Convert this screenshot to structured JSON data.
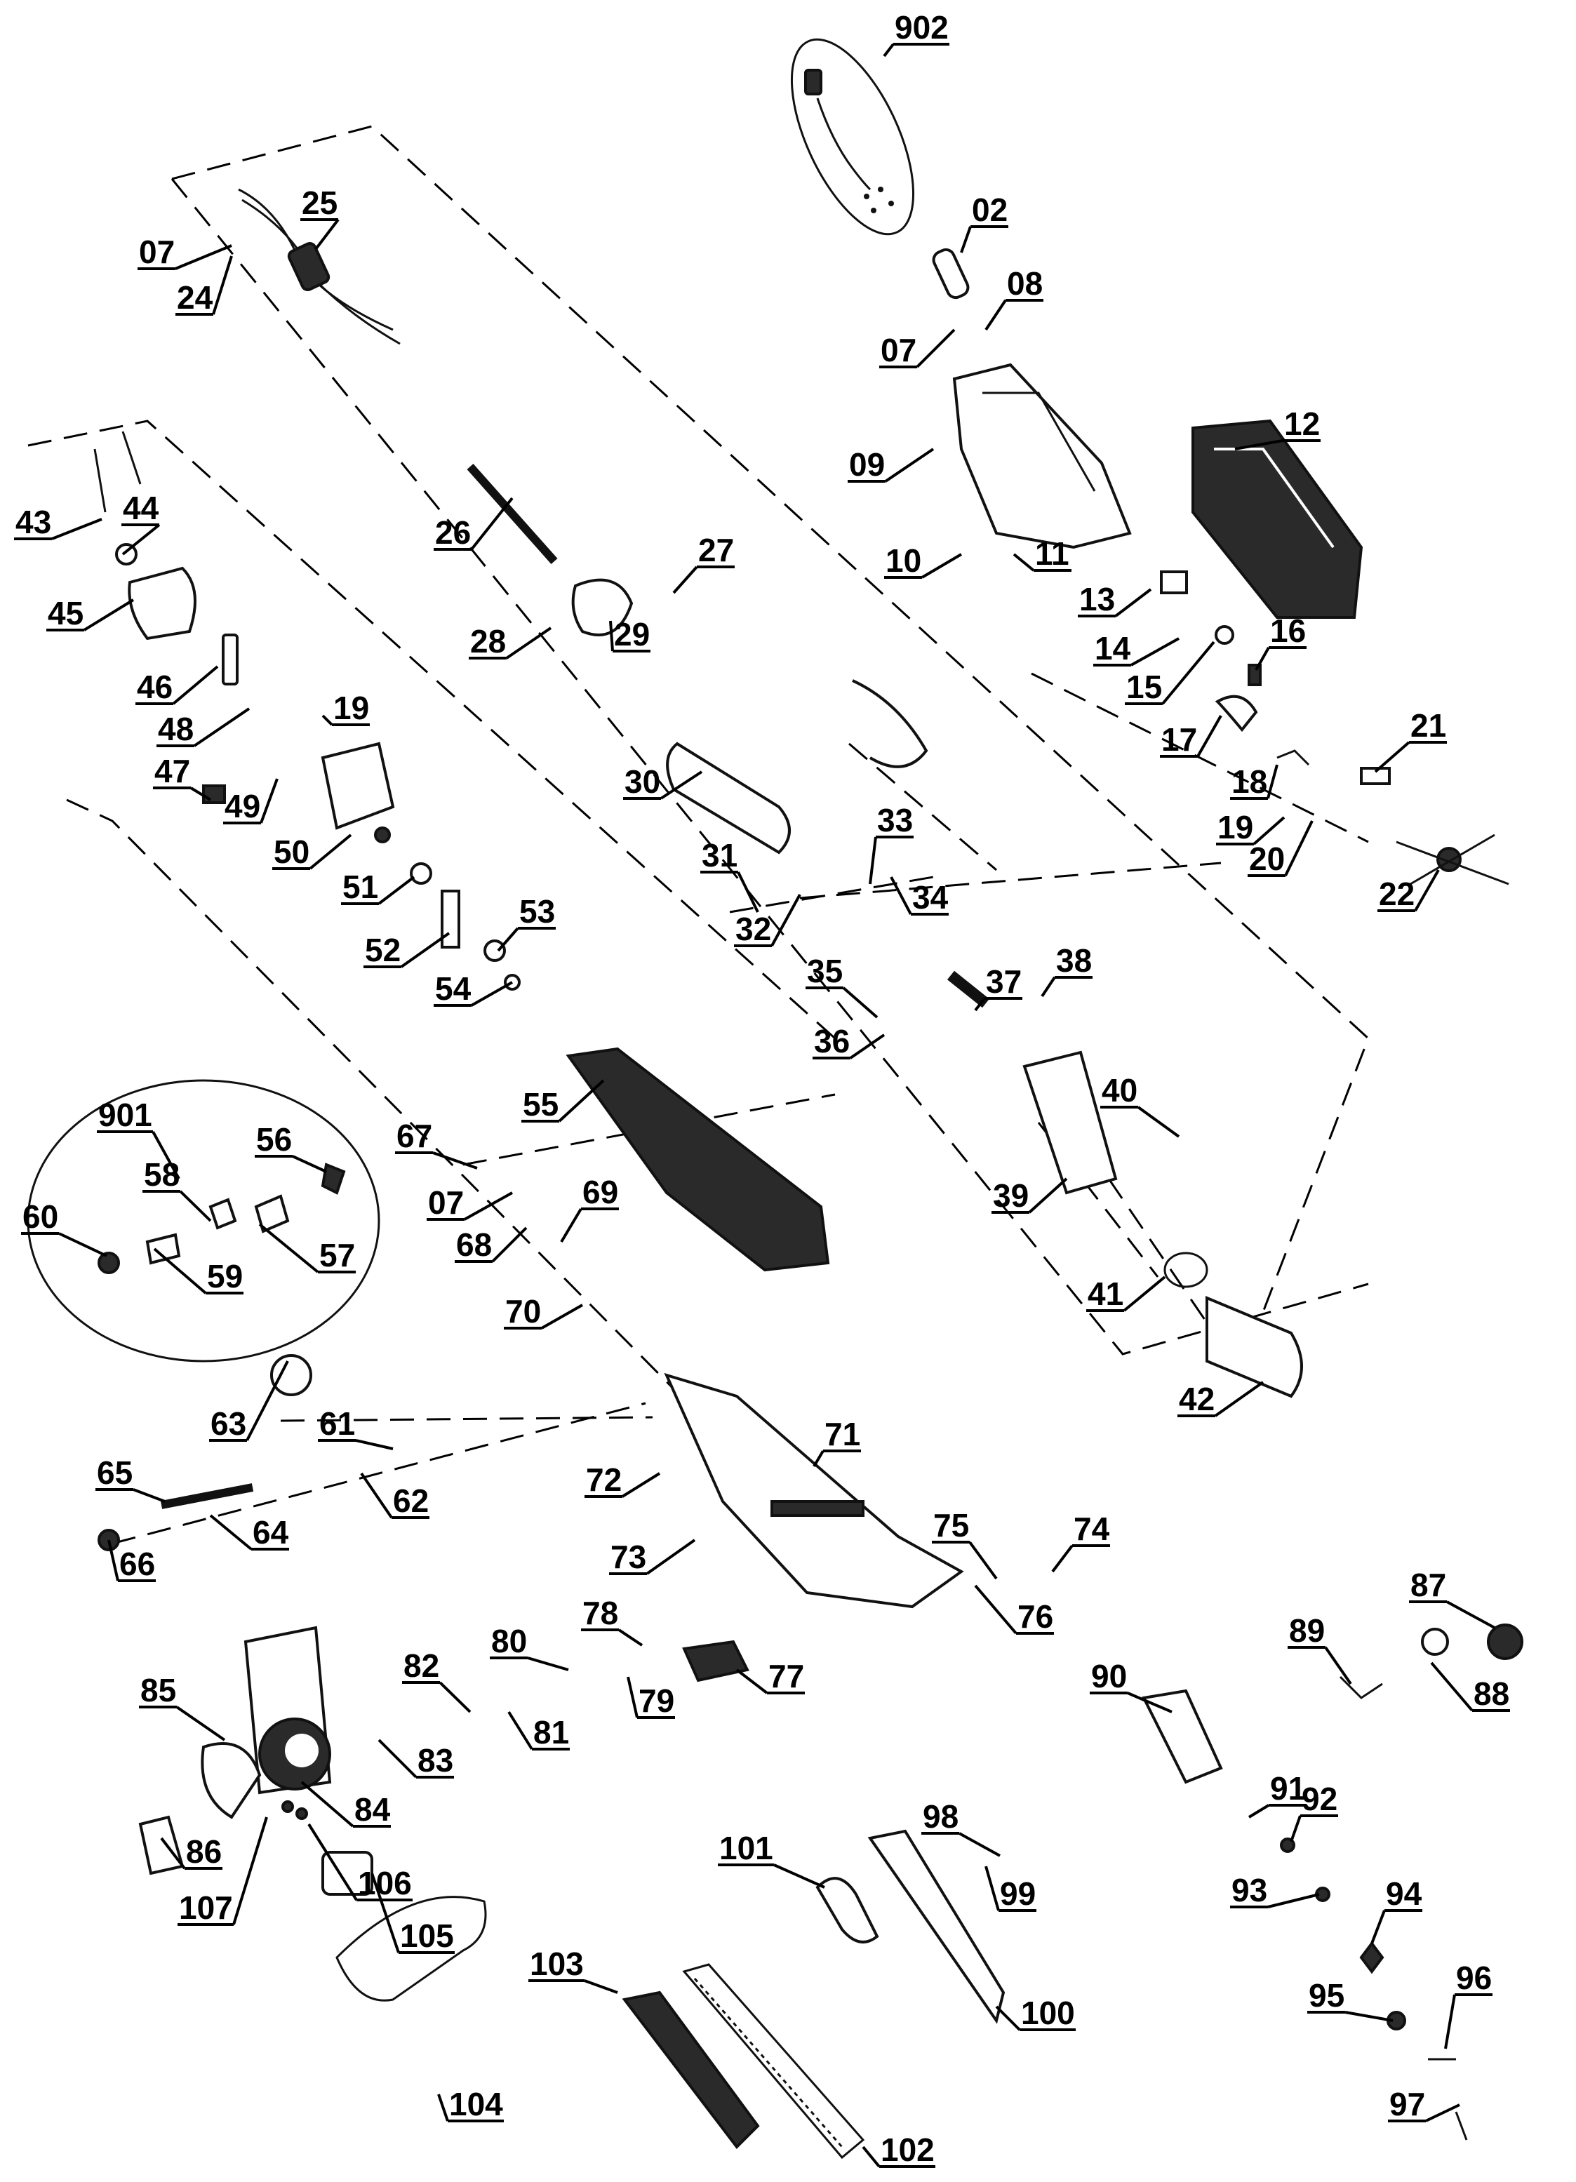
{
  "callouts": [
    {
      "id": "c-902",
      "text": "902"
    },
    {
      "id": "c-02",
      "text": "02"
    },
    {
      "id": "c-08",
      "text": "08"
    },
    {
      "id": "c-07a",
      "text": "07"
    },
    {
      "id": "c-07b",
      "text": "07"
    },
    {
      "id": "c-07c",
      "text": "07"
    },
    {
      "id": "c-25",
      "text": "25"
    },
    {
      "id": "c-24",
      "text": "24"
    },
    {
      "id": "c-12",
      "text": "12"
    },
    {
      "id": "c-09",
      "text": "09"
    },
    {
      "id": "c-10",
      "text": "10"
    },
    {
      "id": "c-11",
      "text": "11"
    },
    {
      "id": "c-13",
      "text": "13"
    },
    {
      "id": "c-14",
      "text": "14"
    },
    {
      "id": "c-15",
      "text": "15"
    },
    {
      "id": "c-16",
      "text": "16"
    },
    {
      "id": "c-17",
      "text": "17"
    },
    {
      "id": "c-18",
      "text": "18"
    },
    {
      "id": "c-19a",
      "text": "19"
    },
    {
      "id": "c-19b",
      "text": "19"
    },
    {
      "id": "c-20",
      "text": "20"
    },
    {
      "id": "c-21",
      "text": "21"
    },
    {
      "id": "c-22",
      "text": "22"
    },
    {
      "id": "c-26",
      "text": "26"
    },
    {
      "id": "c-27",
      "text": "27"
    },
    {
      "id": "c-28",
      "text": "28"
    },
    {
      "id": "c-29",
      "text": "29"
    },
    {
      "id": "c-30",
      "text": "30"
    },
    {
      "id": "c-31",
      "text": "31"
    },
    {
      "id": "c-32",
      "text": "32"
    },
    {
      "id": "c-33",
      "text": "33"
    },
    {
      "id": "c-34",
      "text": "34"
    },
    {
      "id": "c-35",
      "text": "35"
    },
    {
      "id": "c-36",
      "text": "36"
    },
    {
      "id": "c-37",
      "text": "37"
    },
    {
      "id": "c-38",
      "text": "38"
    },
    {
      "id": "c-39",
      "text": "39"
    },
    {
      "id": "c-40",
      "text": "40"
    },
    {
      "id": "c-41",
      "text": "41"
    },
    {
      "id": "c-42",
      "text": "42"
    },
    {
      "id": "c-43",
      "text": "43"
    },
    {
      "id": "c-44",
      "text": "44"
    },
    {
      "id": "c-45",
      "text": "45"
    },
    {
      "id": "c-46",
      "text": "46"
    },
    {
      "id": "c-47",
      "text": "47"
    },
    {
      "id": "c-48",
      "text": "48"
    },
    {
      "id": "c-49",
      "text": "49"
    },
    {
      "id": "c-50",
      "text": "50"
    },
    {
      "id": "c-51",
      "text": "51"
    },
    {
      "id": "c-52",
      "text": "52"
    },
    {
      "id": "c-53",
      "text": "53"
    },
    {
      "id": "c-54",
      "text": "54"
    },
    {
      "id": "c-55",
      "text": "55"
    },
    {
      "id": "c-901",
      "text": "901"
    },
    {
      "id": "c-56",
      "text": "56"
    },
    {
      "id": "c-57",
      "text": "57"
    },
    {
      "id": "c-58",
      "text": "58"
    },
    {
      "id": "c-59",
      "text": "59"
    },
    {
      "id": "c-60",
      "text": "60"
    },
    {
      "id": "c-61",
      "text": "61"
    },
    {
      "id": "c-62",
      "text": "62"
    },
    {
      "id": "c-63",
      "text": "63"
    },
    {
      "id": "c-64",
      "text": "64"
    },
    {
      "id": "c-65",
      "text": "65"
    },
    {
      "id": "c-66",
      "text": "66"
    },
    {
      "id": "c-67",
      "text": "67"
    },
    {
      "id": "c-68",
      "text": "68"
    },
    {
      "id": "c-69",
      "text": "69"
    },
    {
      "id": "c-70",
      "text": "70"
    },
    {
      "id": "c-71",
      "text": "71"
    },
    {
      "id": "c-72",
      "text": "72"
    },
    {
      "id": "c-73",
      "text": "73"
    },
    {
      "id": "c-74",
      "text": "74"
    },
    {
      "id": "c-75",
      "text": "75"
    },
    {
      "id": "c-76",
      "text": "76"
    },
    {
      "id": "c-77",
      "text": "77"
    },
    {
      "id": "c-78",
      "text": "78"
    },
    {
      "id": "c-79",
      "text": "79"
    },
    {
      "id": "c-80",
      "text": "80"
    },
    {
      "id": "c-81",
      "text": "81"
    },
    {
      "id": "c-82",
      "text": "82"
    },
    {
      "id": "c-83",
      "text": "83"
    },
    {
      "id": "c-84",
      "text": "84"
    },
    {
      "id": "c-85",
      "text": "85"
    },
    {
      "id": "c-86",
      "text": "86"
    },
    {
      "id": "c-87",
      "text": "87"
    },
    {
      "id": "c-88",
      "text": "88"
    },
    {
      "id": "c-89",
      "text": "89"
    },
    {
      "id": "c-90",
      "text": "90"
    },
    {
      "id": "c-91",
      "text": "91"
    },
    {
      "id": "c-92",
      "text": "92"
    },
    {
      "id": "c-93",
      "text": "93"
    },
    {
      "id": "c-94",
      "text": "94"
    },
    {
      "id": "c-95",
      "text": "95"
    },
    {
      "id": "c-96",
      "text": "96"
    },
    {
      "id": "c-97",
      "text": "97"
    },
    {
      "id": "c-98",
      "text": "98"
    },
    {
      "id": "c-99",
      "text": "99"
    },
    {
      "id": "c-100",
      "text": "100"
    },
    {
      "id": "c-101",
      "text": "101"
    },
    {
      "id": "c-102",
      "text": "102"
    },
    {
      "id": "c-103",
      "text": "103"
    },
    {
      "id": "c-104",
      "text": "104"
    },
    {
      "id": "c-105",
      "text": "105"
    },
    {
      "id": "c-106",
      "text": "106"
    },
    {
      "id": "c-107",
      "text": "107"
    }
  ]
}
